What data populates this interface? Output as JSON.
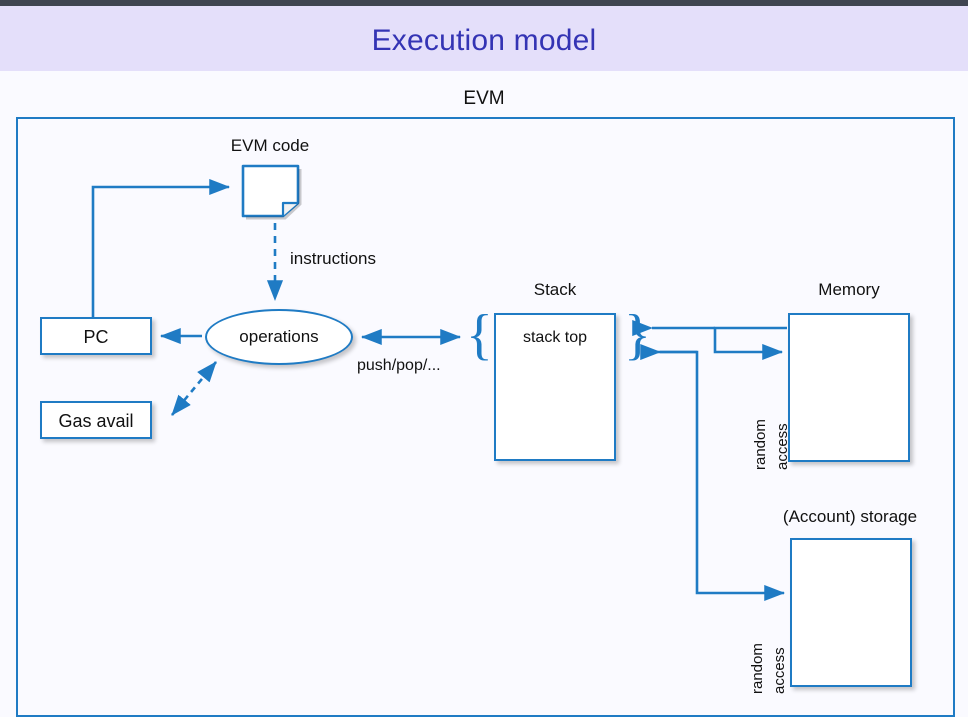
{
  "slide": {
    "title": "Execution model",
    "accent_color": "#1f7bc4",
    "title_color": "#3434b4",
    "header_bg": "#e4dffa",
    "topbar_color": "#3f4550",
    "page_bg": "#fafaff"
  },
  "diagram": {
    "container_label": "EVM",
    "nodes": {
      "evm_code": {
        "label": "EVM code",
        "shape": "document"
      },
      "operations": {
        "label": "operations",
        "shape": "ellipse"
      },
      "pc": {
        "label": "PC",
        "shape": "rect"
      },
      "gas": {
        "label": "Gas avail",
        "shape": "rect"
      },
      "stack": {
        "label": "Stack",
        "inner_label": "stack top",
        "shape": "rect"
      },
      "memory": {
        "label": "Memory",
        "shape": "rect"
      },
      "storage": {
        "label": "(Account) storage",
        "shape": "rect"
      }
    },
    "edges": {
      "instructions": "instructions",
      "pushpop": "push/pop/...",
      "memory_access_line1": "random",
      "memory_access_line2": "access",
      "storage_access_line1": "random",
      "storage_access_line2": "access"
    },
    "braces": {
      "left": "{",
      "right": "}"
    }
  }
}
